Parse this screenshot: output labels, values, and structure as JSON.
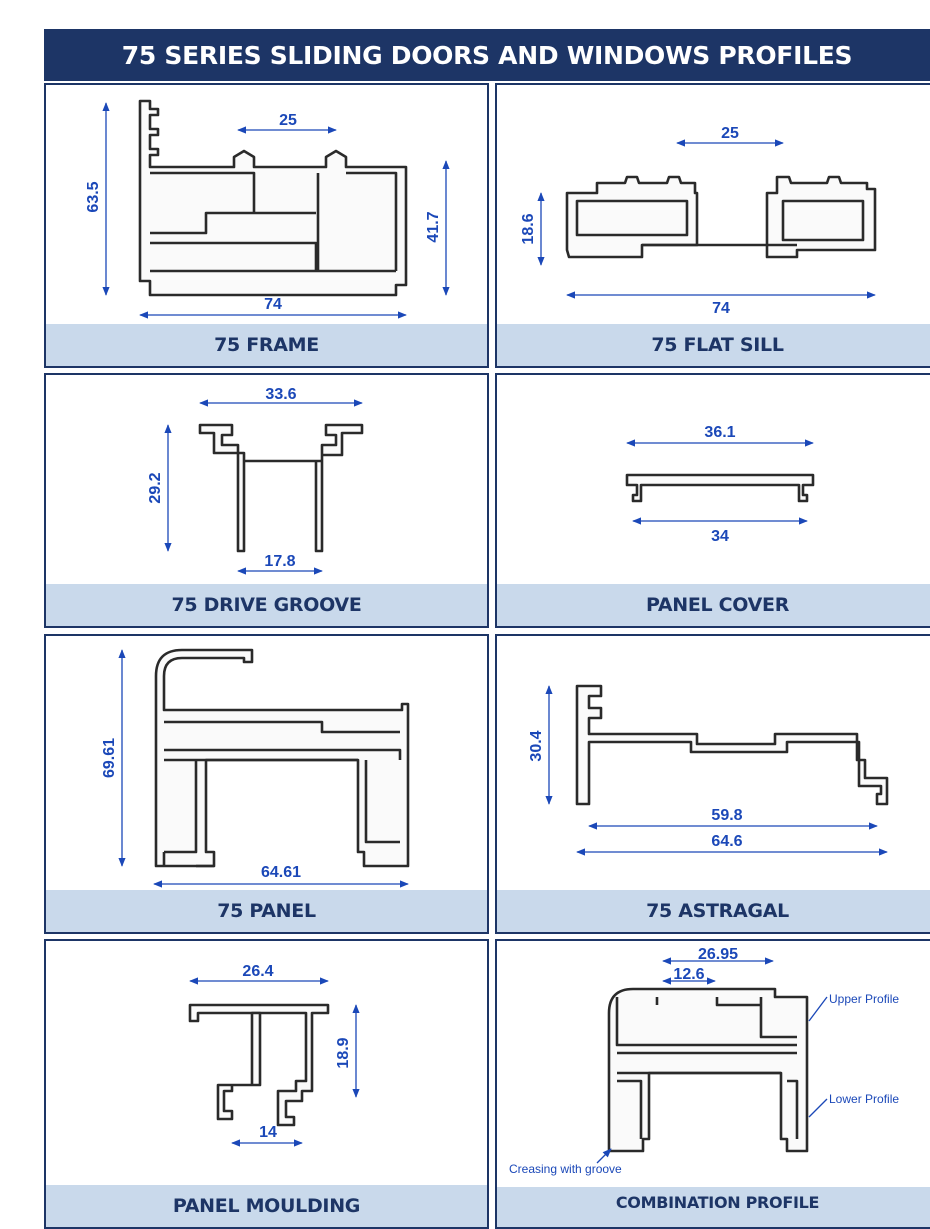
{
  "header": {
    "title": "75 SERIES SLIDING DOORS AND WINDOWS PROFILES"
  },
  "profiles": [
    {
      "label": "75 FRAME",
      "dims": [
        "25",
        "63.5",
        "41.7",
        "74"
      ]
    },
    {
      "label": "75 FLAT SILL",
      "dims": [
        "25",
        "18.6",
        "74"
      ]
    },
    {
      "label": "75 DRIVE GROOVE",
      "dims": [
        "33.6",
        "29.2",
        "17.8"
      ]
    },
    {
      "label": "PANEL COVER",
      "dims": [
        "36.1",
        "34"
      ]
    },
    {
      "label": "75 PANEL",
      "dims": [
        "69.61",
        "64.61"
      ]
    },
    {
      "label": "75 ASTRAGAL",
      "dims": [
        "30.4",
        "59.8",
        "64.6"
      ]
    },
    {
      "label": "PANEL MOULDING",
      "dims": [
        "26.4",
        "18.9",
        "14"
      ]
    },
    {
      "label": "COMBINATION PROFILE",
      "dims": [
        "26.95",
        "12.6"
      ],
      "notes": [
        "Upper Profile",
        "Lower Profile",
        "Creasing with groove"
      ]
    }
  ],
  "colors": {
    "header_bg": "#1d3566",
    "label_bg": "#c9d9eb",
    "dimension": "#1b48b8"
  }
}
